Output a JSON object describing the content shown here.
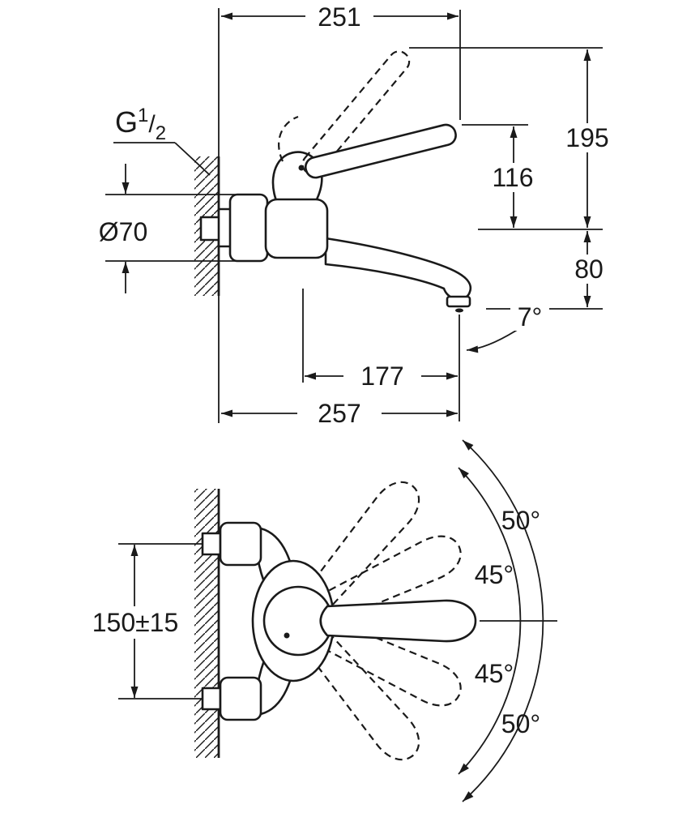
{
  "drawing": {
    "colors": {
      "line": "#1a1a1a",
      "background": "#ffffff"
    },
    "side_view": {
      "dim_251": "251",
      "dim_195": "195",
      "dim_116": "116",
      "dim_80": "80",
      "angle_7": "7°",
      "dim_177": "177",
      "dim_257": "257",
      "dia_70": "Ø70",
      "thread": {
        "g": "G",
        "sup": "1",
        "slash": "/",
        "sub": "2"
      }
    },
    "top_view": {
      "dim_150": "150±15",
      "angle_upper_outer": "50°",
      "angle_upper_inner": "45°",
      "angle_lower_inner": "45°",
      "angle_lower_outer": "50°"
    }
  }
}
